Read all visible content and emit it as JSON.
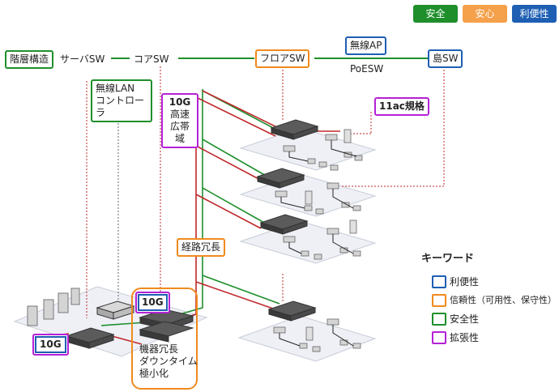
{
  "header": {
    "safety": "安全",
    "reliability": "安心",
    "convenience": "利便性"
  },
  "colors": {
    "safety": "#1f8f2c",
    "reliability": "#f08a1d",
    "convenience": "#1e5fb3",
    "expandability": "#b521d6",
    "redundant_link": "#c0282b",
    "uplink": "#1f8f2c"
  },
  "labels": {
    "hierarchy": "階層構造",
    "server_sw": "サーバSW",
    "core_sw": "コアSW",
    "floor_sw": "フロアSW",
    "wireless_ap": "無線AP",
    "poe_sw": "PoESW",
    "island_sw": "島SW",
    "wlan_controller_1": "無線LAN",
    "wlan_controller_2": "コントローラ",
    "bandwidth_1": "10G",
    "bandwidth_2": "高速",
    "bandwidth_3": "広帯域",
    "standard_11ac": "11ac規格",
    "route_redundancy": "経路冗長",
    "tag_10g_core": "10G",
    "tag_10g_server": "10G",
    "device_redundancy_1": "機器冗長",
    "device_redundancy_2": "ダウンタイム",
    "device_redundancy_3": "極小化"
  },
  "legend": {
    "title": "キーワード",
    "items": [
      {
        "label": "利便性",
        "color": "#1e5fb3"
      },
      {
        "label": "信頼性（可用性、保守性）",
        "color": "#f08a1d"
      },
      {
        "label": "安全性",
        "color": "#1f8f2c"
      },
      {
        "label": "拡張性",
        "color": "#b521d6"
      }
    ]
  }
}
